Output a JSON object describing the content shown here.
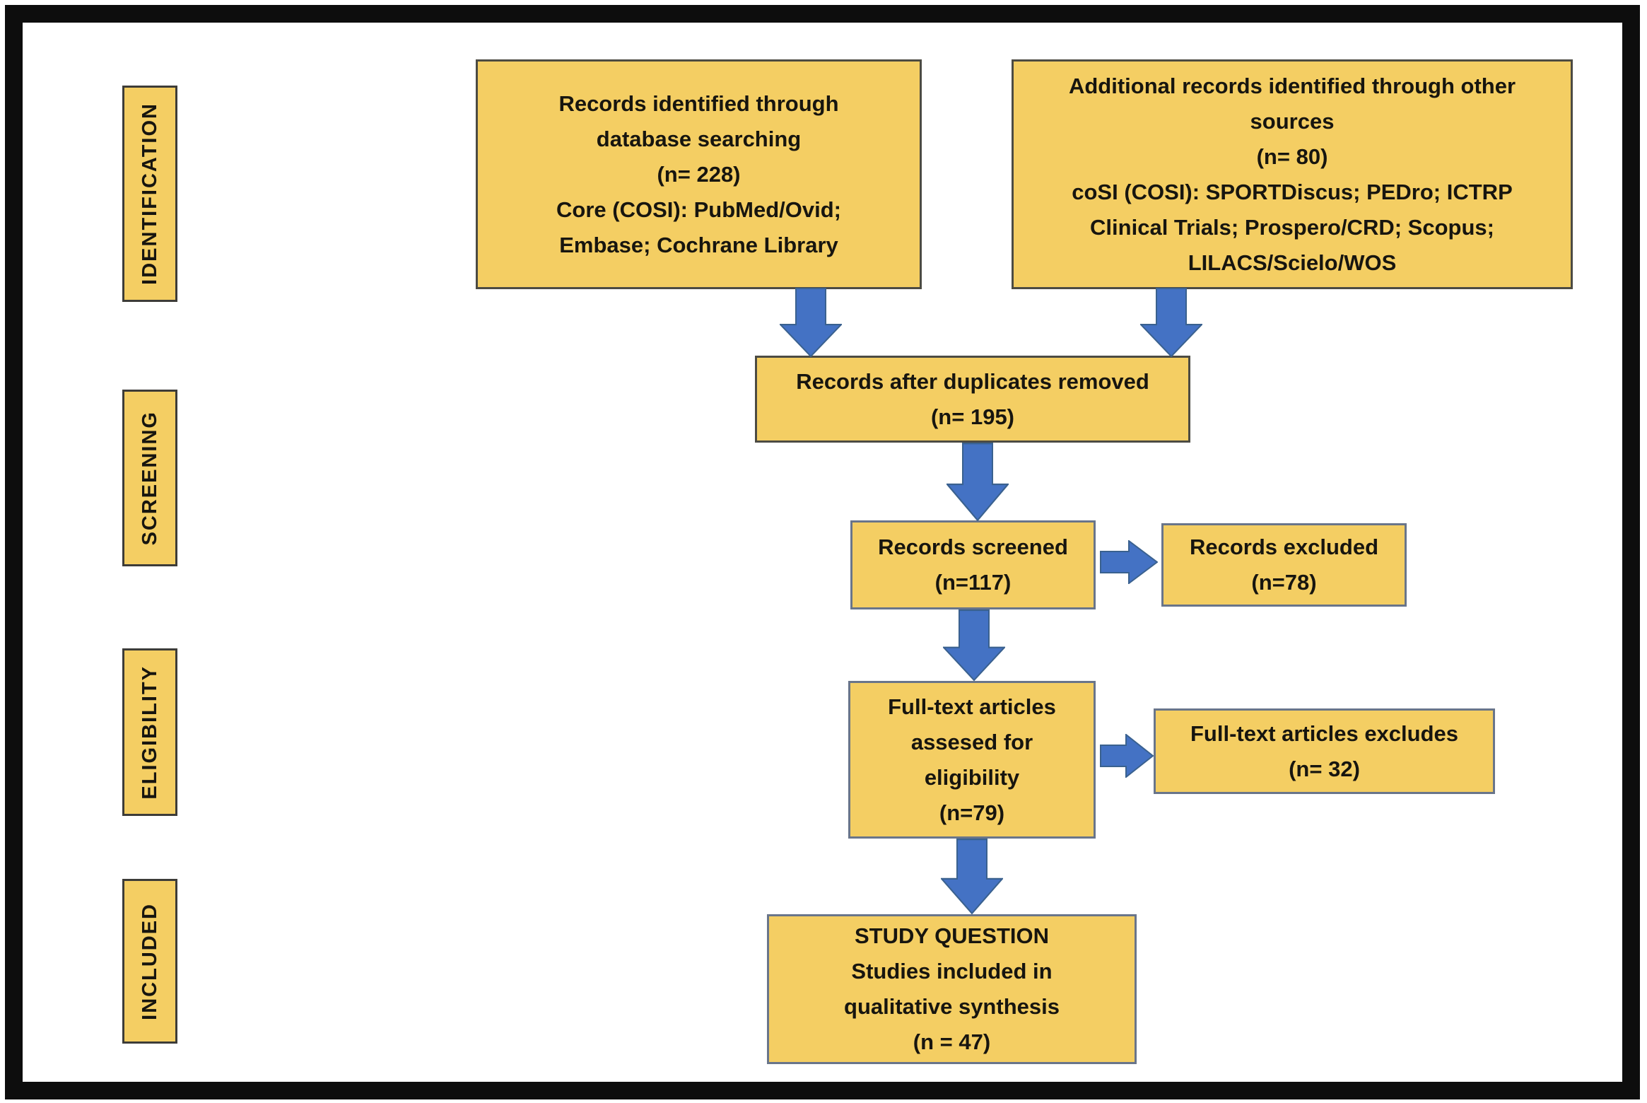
{
  "title": "PRISMA flow diagram",
  "colors": {
    "box_fill": "#F4CE63",
    "box_border_dark": "#4C4B43",
    "box_border_slate": "#69758A",
    "arrow_fill": "#4472C4",
    "arrow_stroke": "#3A618F",
    "frame": "#0D0D0D",
    "text": "#17150F"
  },
  "stages": {
    "identification": "IDENTIFICATION",
    "screening": "SCREENING",
    "eligibility": "ELIGIBILITY",
    "included": "INCLUDED"
  },
  "boxes": {
    "records_identified": {
      "lines": [
        "Records identified through",
        "database searching",
        "(n= 228)",
        "Core (COSI): PubMed/Ovid;",
        "Embase; Cochrane Library"
      ]
    },
    "additional_records": {
      "lines": [
        "Additional records identified through other",
        "sources",
        "(n= 80)",
        "coSI (COSI): SPORTDiscus; PEDro; ICTRP",
        "Clinical Trials; Prospero/CRD; Scopus;",
        "LILACS/Scielo/WOS"
      ]
    },
    "duplicates_removed": {
      "lines": [
        "Records after duplicates removed",
        "(n= 195)"
      ]
    },
    "records_screened": {
      "lines": [
        "Records screened",
        "(n=117)"
      ]
    },
    "records_excluded": {
      "lines": [
        "Records excluded",
        "(n=78)"
      ]
    },
    "fulltext_assessed": {
      "lines": [
        "Full-text articles",
        "assesed for",
        "eligibility",
        "(n=79)"
      ]
    },
    "fulltext_excluded": {
      "lines": [
        "Full-text articles excludes",
        "(n= 32)"
      ]
    },
    "included_studies": {
      "lines": [
        "STUDY QUESTION",
        "Studies included in",
        "qualitative synthesis",
        "(n = 47)"
      ]
    }
  }
}
